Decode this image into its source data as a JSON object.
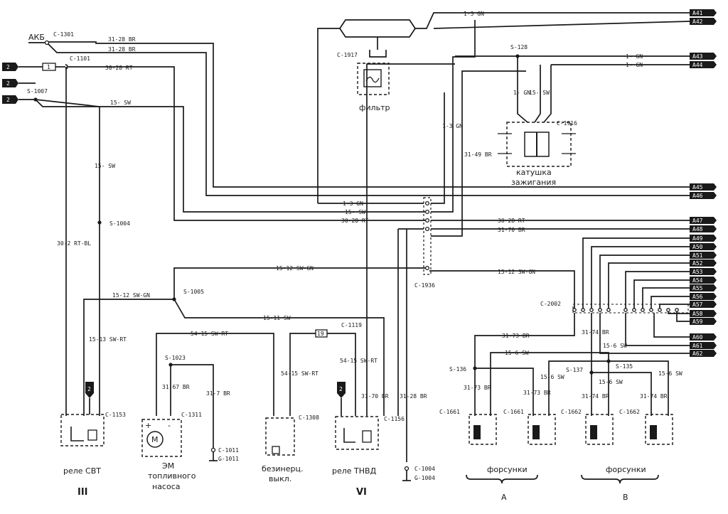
{
  "diagram": {
    "left_terminals": [
      "2",
      "2",
      "2"
    ],
    "right_terminals": [
      "A41",
      "A42",
      "A43",
      "A44",
      "A45",
      "A46",
      "A47",
      "A48",
      "A49",
      "A50",
      "A51",
      "A52",
      "A53",
      "A54",
      "A55",
      "A56",
      "A57",
      "A58",
      "A59",
      "A60",
      "A61",
      "A62"
    ],
    "connectors": {
      "c1301": "C-1301",
      "c1101": "C-1101",
      "s1007": "S-1007",
      "c1917": "C-1917",
      "s128": "S-128",
      "c1916": "C-1916",
      "s1004": "S-1004",
      "s1005": "S-1005",
      "c1936": "C-1936",
      "c2002": "C-2002",
      "s1023": "S-1023",
      "c1311": "C-1311",
      "c1011a": "C-1011",
      "c1011b": "G-1011",
      "c1119": "C-1119",
      "c1308": "C-1308",
      "c1156": "C-1156",
      "c1153": "C-1153",
      "c1004a": "C-1004",
      "c1004b": "G-1004",
      "s136": "S-136",
      "s137": "S-137",
      "s135": "S-135",
      "c1661a": "C-1661",
      "c1661b": "C-1661",
      "c1662a": "C-1662",
      "c1662b": "C-1662"
    },
    "wires": {
      "w13_6n_top": "1-3 GN",
      "w31_28_br_a": "31-28 BR",
      "w31_28_br_b": "31-28 BR",
      "w30_28_rt": "30-28 RT",
      "w15_sw": "15- SW",
      "w1_gn_a": "1- GN",
      "w1_gn_b": "1- GN",
      "w1_6n_v": "1- GN",
      "w15_sw_v": "15- SW",
      "w1_3_gn_v": "1-3 GN",
      "w31_49_br": "31-49 BR",
      "w15_sw_left": "15- SW",
      "w30_2": "30-2 RT-BL",
      "w1_3_gn_h": "1-3 GN",
      "w15_sw_h": "15- SW",
      "w30_28_rt_h": "30-28 RT",
      "w30_28_rt_r": "30-28 RT",
      "w31_70_br_r": "31-70 BR",
      "w15_12_a": "15-12 SW-GN",
      "w15_12_b": "15-12 SW-GN",
      "w15_12_c": "15-12 SW-GN",
      "w15_11_sw": "15-11 SW",
      "w15_13": "15-13 SW-RT",
      "w54_15_a": "54-15 SW-RT",
      "w54_15_b": "54-15 SW-RT",
      "w54_15_c": "54-15 SW-RT",
      "w31_67": "31-67 BR",
      "w31_7": "31-7 BR",
      "w31_70_v": "31-70 BR",
      "w31_28_v": "31-28 BR",
      "w31_73_h": "31-73 BR",
      "w31_74_v": "31-74 BR",
      "w15_6_v": "15-6 SW",
      "w15_6_h": "15-6 SW",
      "w31_73_a": "31-73 BR",
      "w31_73_b": "31-73 BR",
      "w15_6_a": "15-6 SW",
      "w15_6_b": "15-6 SW",
      "w31_74_a": "31-74 BR",
      "w31_74_b": "31-74 BR",
      "w15_6_c": "15-6 SW"
    },
    "labels": {
      "akb": "АКБ",
      "filter": "фильтр",
      "coil_1": "катушка",
      "coil_2": "зажигания",
      "relay_svt": "реле СВТ",
      "em_1": "ЭМ",
      "em_2": "топливного",
      "em_3": "насоса",
      "inertia_1": "безинерц.",
      "inertia_2": "выкл.",
      "relay_tnvd": "реле ТНВД",
      "injectors_a": "форсунки",
      "injectors_b": "форсунки",
      "group_a": "А",
      "group_b": "В",
      "roman_3": "III",
      "roman_6": "VI",
      "fuse_1": "1",
      "fuse_19": "19",
      "motor": "M",
      "plus": "+",
      "minus": "-",
      "k2": "2",
      "k2b": "2"
    }
  }
}
